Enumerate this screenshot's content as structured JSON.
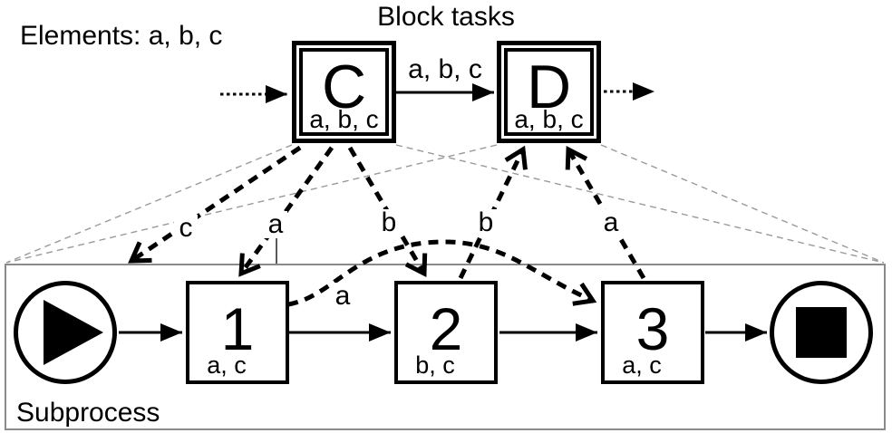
{
  "labels": {
    "elements": "Elements: a, b, c",
    "block_tasks_title": "Block tasks",
    "subprocess": "Subprocess",
    "edge_c_to_d": "a, b, c"
  },
  "block_tasks": [
    {
      "name": "C",
      "elements": "a, b, c"
    },
    {
      "name": "D",
      "elements": "a, b, c"
    }
  ],
  "subprocess_tasks": [
    {
      "name": "1",
      "elements": "a, c"
    },
    {
      "name": "2",
      "elements": "b, c"
    },
    {
      "name": "3",
      "elements": "a, c"
    }
  ],
  "flow_labels": {
    "c_to_subprocess": "c",
    "c_to_task1": "a",
    "c_to_task2": "b",
    "task1_to_task3": "a",
    "task2_to_d": "b",
    "task3_to_d": "a"
  },
  "icons": {
    "start_event": "play-icon",
    "end_event": "stop-icon"
  },
  "colors": {
    "line": "#000000",
    "guide_line": "#9a9a9a",
    "subprocess_border": "#8a8a8a",
    "background": "#ffffff"
  }
}
